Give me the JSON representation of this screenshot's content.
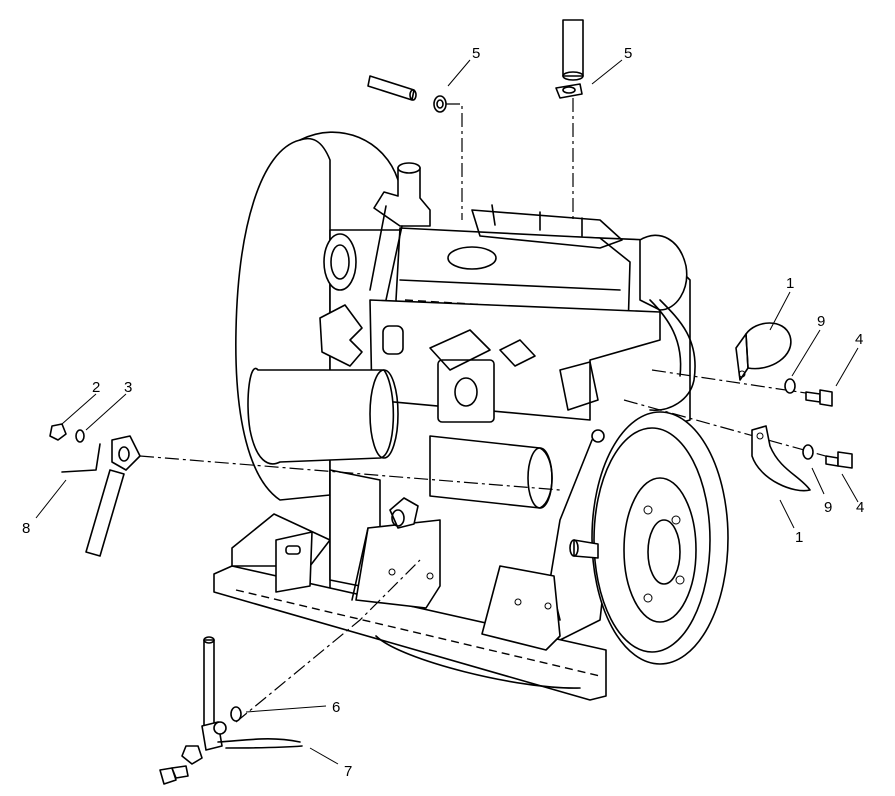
{
  "callouts": [
    {
      "id": "c1a",
      "text": "1"
    },
    {
      "id": "c1b",
      "text": "1"
    },
    {
      "id": "c2",
      "text": "2"
    },
    {
      "id": "c3",
      "text": "3"
    },
    {
      "id": "c4a",
      "text": "4"
    },
    {
      "id": "c4b",
      "text": "4"
    },
    {
      "id": "c5a",
      "text": "5"
    },
    {
      "id": "c5b",
      "text": "5"
    },
    {
      "id": "c6",
      "text": "6"
    },
    {
      "id": "c7",
      "text": "7"
    },
    {
      "id": "c8",
      "text": "8"
    },
    {
      "id": "c9a",
      "text": "9"
    },
    {
      "id": "c9b",
      "text": "9"
    }
  ]
}
